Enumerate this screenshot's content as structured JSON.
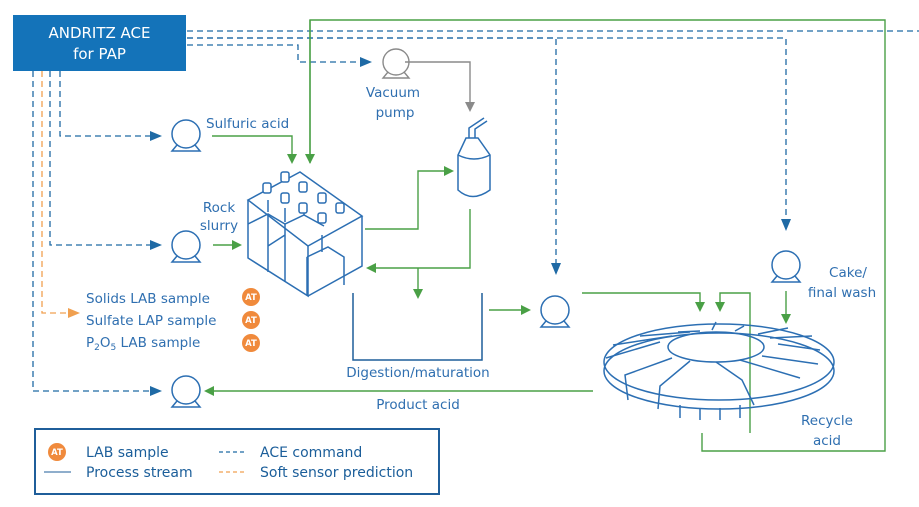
{
  "system": {
    "title_line1": "ANDRITZ ACE",
    "title_line2": "for PAP"
  },
  "labels": {
    "sulfuric_acid": "Sulfuric acid",
    "vacuum_line1": "Vacuum",
    "vacuum_line2": "pump",
    "rock_line1": "Rock",
    "rock_line2": "slurry",
    "digestion": "Digestion/maturation",
    "product_acid": "Product acid",
    "cake_line1": "Cake/",
    "cake_line2": "final wash",
    "recycle_line1": "Recycle",
    "recycle_line2": "acid"
  },
  "samples": [
    {
      "label": "Solids LAB sample",
      "badge": "AT"
    },
    {
      "label": "Sulfate LAP sample",
      "badge": "AT"
    },
    {
      "label_main": "P",
      "sub1": "2",
      "mid": "O",
      "sub2": "5",
      "label_rest": " LAB sample",
      "badge": "AT"
    }
  ],
  "legend": {
    "lab_sample": "LAB sample",
    "lab_badge": "AT",
    "process_stream": "Process stream",
    "ace_command": "ACE command",
    "soft_sensor": "Soft sensor prediction"
  },
  "colors": {
    "ace_blue": "#1473b9",
    "process_green": "#4aa046",
    "command_blue": "#1f6aa5",
    "soft_sensor_orange": "#f0a050",
    "lab_badge_orange": "#f08a3c",
    "vacuum_gray": "#8a8a8a"
  }
}
